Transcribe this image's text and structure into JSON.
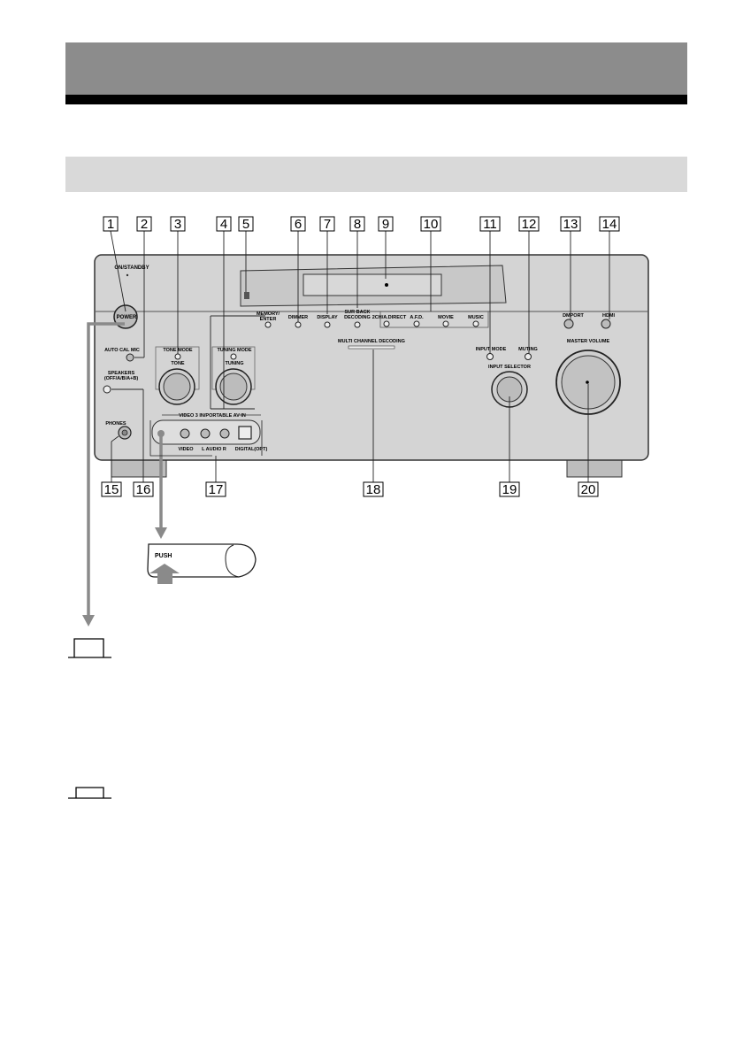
{
  "callouts": [
    "1",
    "2",
    "3",
    "4",
    "5",
    "6",
    "7",
    "8",
    "9",
    "10",
    "11",
    "12",
    "13",
    "14",
    "15",
    "16",
    "17",
    "18",
    "19",
    "20"
  ],
  "panel_labels": {
    "on_standby": "ON/STANDBY",
    "power": "POWER",
    "memory_enter": [
      "MEMORY/",
      "ENTER"
    ],
    "dimmer": "DIMMER",
    "display": "DISPLAY",
    "sur_back_decoding": [
      "SUR BACK",
      "DECODING"
    ],
    "two_ch_direct": "2CH/A.DIRECT",
    "afd": "A.F.D.",
    "movie": "MOVIE",
    "music": "MUSIC",
    "dmport": "DMPORT",
    "hdmi": "HDMI",
    "auto_cal_mic": "AUTO CAL MIC",
    "tone_mode": "TONE MODE",
    "tone": "TONE",
    "tuning_mode": "TUNING MODE",
    "tuning": "TUNING",
    "multi_channel_decoding": "MULTI CHANNEL DECODING",
    "input_mode": "INPUT MODE",
    "muting": "MUTING",
    "master_volume": "MASTER VOLUME",
    "input_selector": "INPUT SELECTOR",
    "speakers": [
      "SPEAKERS",
      "(OFF/A/B/A+B)"
    ],
    "phones": "PHONES",
    "video3_in": "VIDEO 3 IN/PORTABLE AV IN",
    "video": "VIDEO",
    "audio": "L  AUDIO  R",
    "digital_opt": "DIGITAL(OPT)"
  },
  "push_label": "PUSH",
  "colors": {
    "header": "#8c8c8c",
    "section": "#d9d9d9",
    "panel": "#d4d4d4",
    "arrow": "#8a8a8a"
  }
}
